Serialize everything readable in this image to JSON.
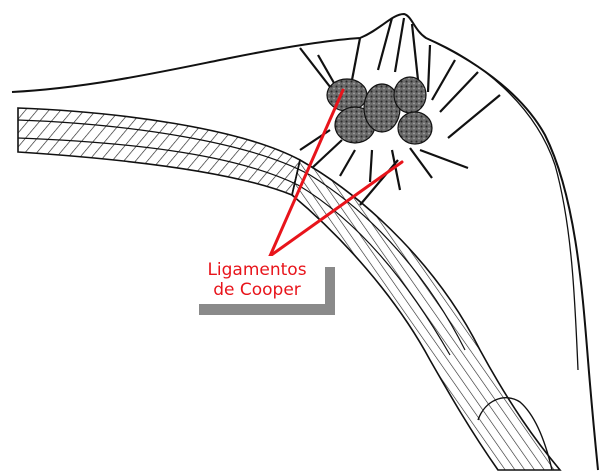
{
  "annotation": {
    "line1": "Ligamentos",
    "line2": "de Cooper",
    "color": "#e8141b"
  },
  "icons": [
    "breast-anatomy-illustration"
  ]
}
